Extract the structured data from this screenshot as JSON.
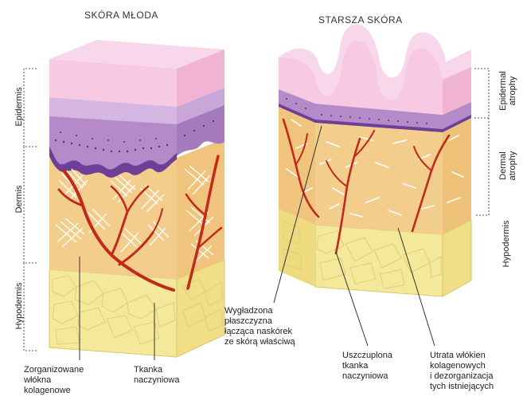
{
  "titles": {
    "young": "SKÓRA MŁODA",
    "older": "STARSZA SKÓRA"
  },
  "left_layers": {
    "epidermis": "Epidermis",
    "dermis": "Dermis",
    "hypodermis": "Hypodermis"
  },
  "right_layers": {
    "epidermal_atrophy": [
      "Epidermal",
      "atrophy"
    ],
    "dermal_atrophy": [
      "Dermal",
      "atrophy"
    ],
    "hypodermis": "Hypodermis"
  },
  "captions": {
    "collagen_organized": [
      "Zorganizowane",
      "włókna",
      "kolagenowe"
    ],
    "vascular": [
      "Tkanka",
      "naczyniowa"
    ],
    "flattened_junction": [
      "Wygładzona",
      "płaszczyzna",
      "łącząca naskórek",
      "ze skórą właściwą"
    ],
    "thinned_vascular": [
      "Uszczuplona",
      "tkanka",
      "naczyniowa"
    ],
    "collagen_loss": [
      "Utrata włókien",
      "kolagenowych",
      "i dezorganizacja",
      "tych istniejących"
    ]
  },
  "colors": {
    "epidermis_top": "#f4b9d8",
    "epidermis_side": "#f7c9e2",
    "purple_layer": "#b58ac9",
    "purple_dark": "#6d3f97",
    "dermis": "#f3cd8c",
    "dermis_light": "#f7dca9",
    "hypodermis": "#f4e89a",
    "vessel": "#c0291c",
    "fiber": "#ffffff"
  }
}
